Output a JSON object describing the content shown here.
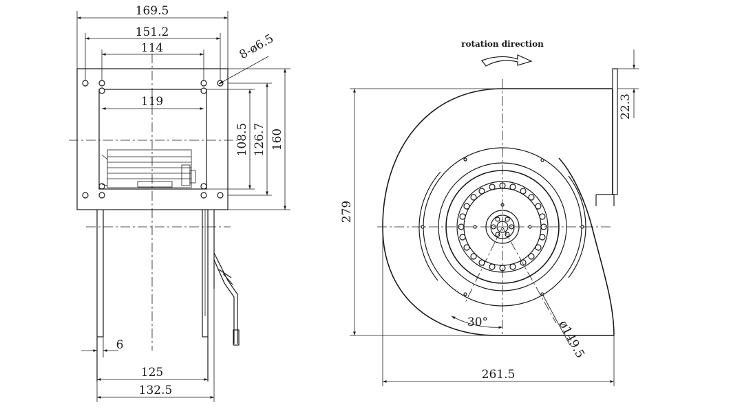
{
  "front_view": {
    "dimensions": {
      "overall_width": "169.5",
      "hole_spacing_outer": "151.2",
      "hole_spacing_inner": "114",
      "opening_width": "119",
      "mounting_holes": "8-ø6.5",
      "height_inner": "108.5",
      "height_mid": "126.7",
      "height_overall": "160",
      "flange_thickness": "6",
      "body_width": "125",
      "body_overall_width": "132.5"
    }
  },
  "side_view": {
    "label": "rotation direction",
    "dimensions": {
      "outlet_height": "279",
      "flange_depth": "22.3",
      "angle": "30°",
      "impeller_diameter": "ø149.5",
      "overall_length": "261.5"
    }
  }
}
